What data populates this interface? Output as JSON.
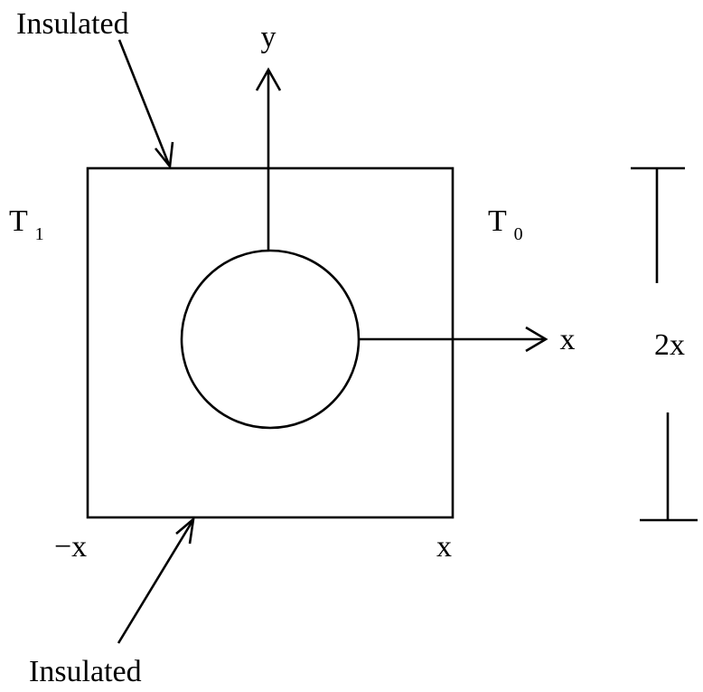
{
  "labels": {
    "insulated_top": "Insulated",
    "insulated_bottom": "Insulated",
    "y_axis": "y",
    "x_axis": "x",
    "left_temp": "T",
    "left_temp_sub": "1",
    "right_temp": "T",
    "right_temp_sub": "0",
    "left_bound": "−x",
    "right_bound": "x",
    "dimension": "2x"
  },
  "colors": {
    "ink": "#000000",
    "background": "#ffffff"
  }
}
